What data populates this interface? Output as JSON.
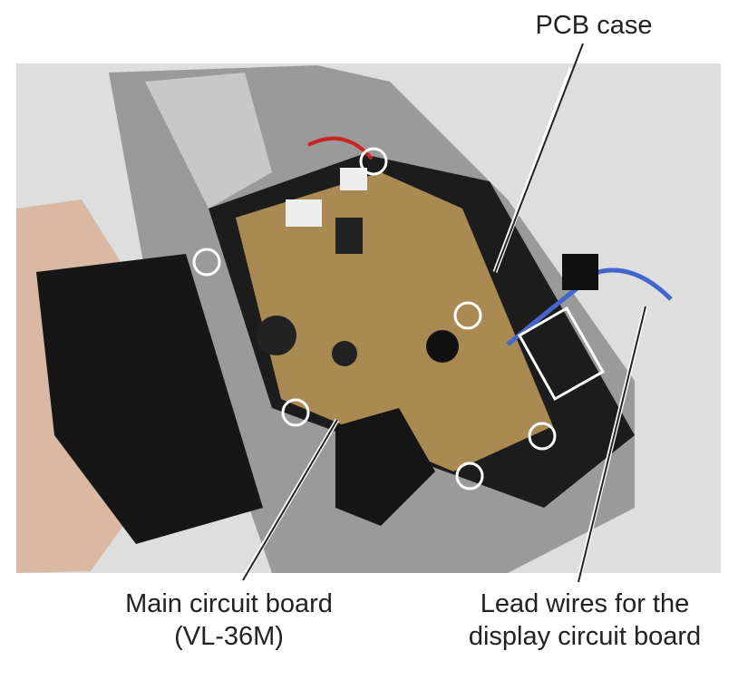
{
  "labels": {
    "pcb_case": "PCB case",
    "main_board_line1": "Main circuit board",
    "main_board_line2": "(VL-36M)",
    "lead_wires_line1": "Lead wires for the",
    "lead_wires_line2": "display circuit board"
  },
  "colors": {
    "board": "#a88a52",
    "background": "#e2e2e2",
    "marker": "#ffffff"
  }
}
